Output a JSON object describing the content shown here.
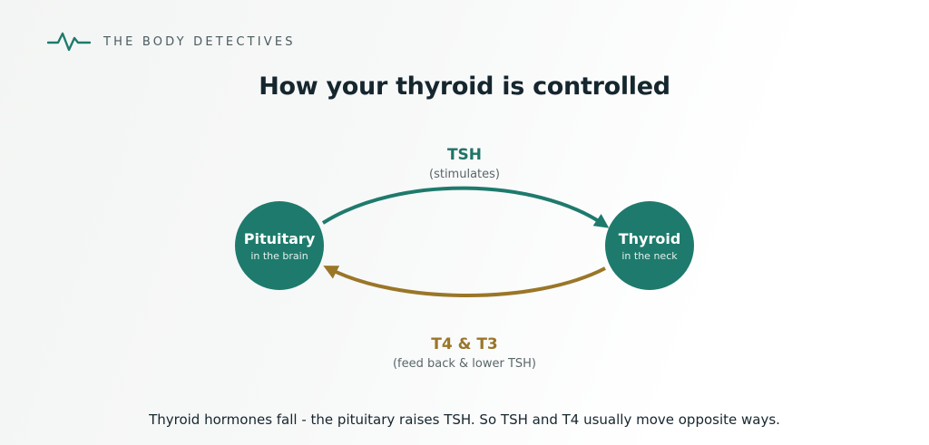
{
  "brand": {
    "name": "THE BODY DETECTIVES",
    "logo_icon": "pulse-line-icon",
    "color": "#1e7a6c"
  },
  "title": "How your thyroid is controlled",
  "nodes": {
    "pituitary": {
      "name": "Pituitary",
      "subtitle": "in the brain"
    },
    "thyroid": {
      "name": "Thyroid",
      "subtitle": "in the neck"
    }
  },
  "arrows": {
    "forward": {
      "label": "TSH",
      "sublabel": "(stimulates)",
      "color": "#1e7a6c"
    },
    "feedback": {
      "label": "T4 & T3",
      "sublabel": "(feed back & lower TSH)",
      "color": "#9a7628"
    }
  },
  "footer": "Thyroid hormones fall - the pituitary raises TSH. So TSH and T4 usually move opposite ways."
}
